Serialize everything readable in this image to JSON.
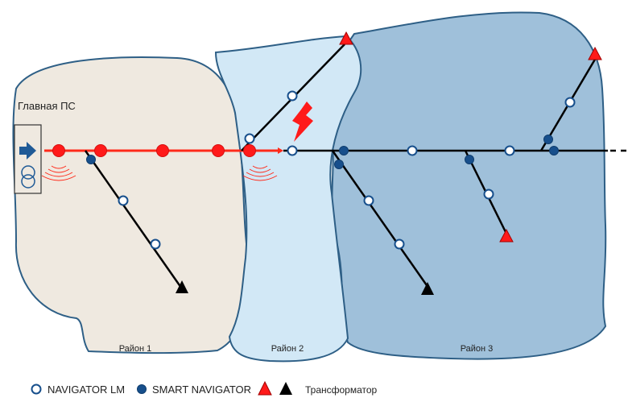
{
  "diagram": {
    "substation_label": "Главная ПС",
    "districts": [
      {
        "id": "d1",
        "label": "Район 1",
        "fill": "#efe9e0"
      },
      {
        "id": "d2",
        "label": "Район 2",
        "fill": "#d2e8f6"
      },
      {
        "id": "d3",
        "label": "Район 3",
        "fill": "#9fc0da"
      }
    ]
  },
  "colors": {
    "fault_line": "#ff2a1a",
    "normal_line": "#000000",
    "region_border": "#2e5f86",
    "smart_navigator": "#174f8c",
    "transformer_red": "#ff1a1a",
    "transformer_black": "#000000"
  },
  "icons": [
    "arrow-right-icon",
    "transformer-symbol-icon",
    "lightning-icon",
    "signal-waves-icon"
  ],
  "legend": {
    "navigator_lm": "NAVIGATOR LM",
    "smart_navigator": "SMART NAVIGATOR",
    "transformer": "Трансформатор"
  }
}
